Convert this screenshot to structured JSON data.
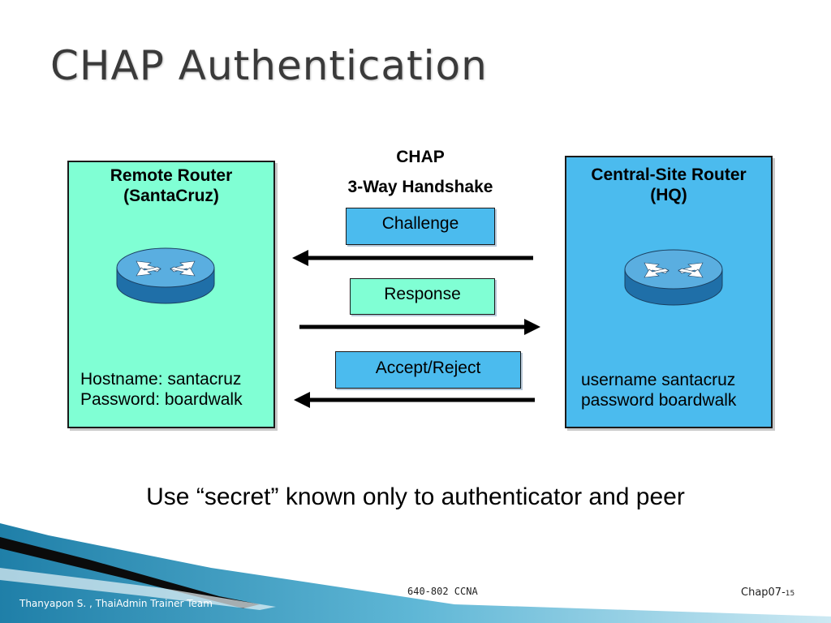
{
  "title": "CHAP Authentication",
  "handshake": {
    "line1": "CHAP",
    "line2": "3-Way Handshake"
  },
  "remote_router": {
    "title_line1": "Remote Router",
    "title_line2": "(SantaCruz)",
    "credential_line1": "Hostname: santacruz",
    "credential_line2": "Password: boardwalk",
    "color": "#80ffd4"
  },
  "central_router": {
    "title_line1": "Central-Site Router",
    "title_line2": "(HQ)",
    "credential_line1": "username santacruz",
    "credential_line2": "password boardwalk",
    "color": "#4bbbee"
  },
  "messages": [
    {
      "label": "Challenge",
      "direction": "to-remote"
    },
    {
      "label": "Response",
      "direction": "to-central"
    },
    {
      "label": "Accept/Reject",
      "direction": "to-remote"
    }
  ],
  "note": "Use “secret” known only to authenticator and peer",
  "footer": {
    "author": "Thanyapon S. , ThaiAdmin Trainer Team",
    "course": "640-802 CCNA",
    "chapter": "Chap07-",
    "page": "15"
  },
  "icons": {
    "router": "router-icon"
  }
}
